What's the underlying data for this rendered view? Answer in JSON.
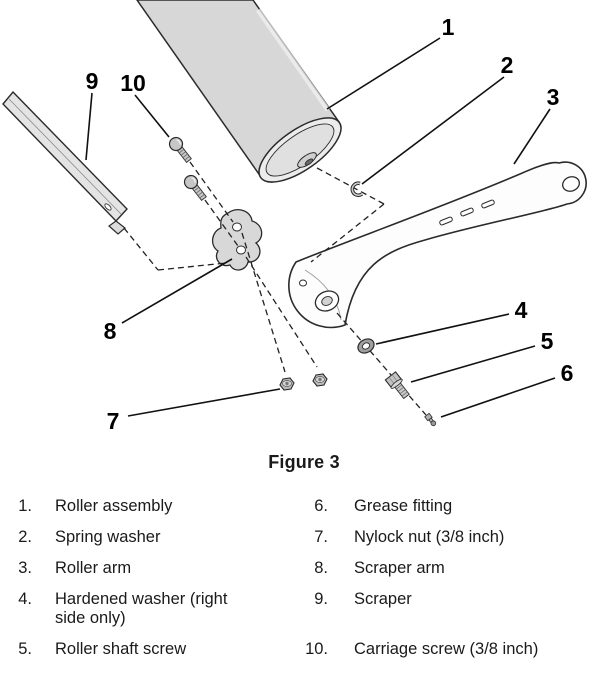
{
  "figure": {
    "caption": "Figure 3"
  },
  "diagram": {
    "callouts": [
      "1",
      "2",
      "3",
      "4",
      "5",
      "6",
      "7",
      "8",
      "9",
      "10"
    ]
  },
  "parts": {
    "left": [
      {
        "number": "1.",
        "label": "Roller assembly"
      },
      {
        "number": "2.",
        "label": "Spring washer"
      },
      {
        "number": "3.",
        "label": "Roller arm"
      },
      {
        "number": "4.",
        "label": "Hardened washer (right side only)"
      },
      {
        "number": "5.",
        "label": "Roller shaft screw"
      }
    ],
    "right": [
      {
        "number": "6.",
        "label": "Grease fitting"
      },
      {
        "number": "7.",
        "label": "Nylock nut (3/8 inch)"
      },
      {
        "number": "8.",
        "label": "Scraper arm"
      },
      {
        "number": "9.",
        "label": "Scraper"
      },
      {
        "number": "10.",
        "label": "Carriage screw (3/8 inch)"
      }
    ]
  },
  "colors": {
    "background": "#ffffff",
    "line": "#1a1a1a",
    "part_fill": "#e0e0e0"
  }
}
